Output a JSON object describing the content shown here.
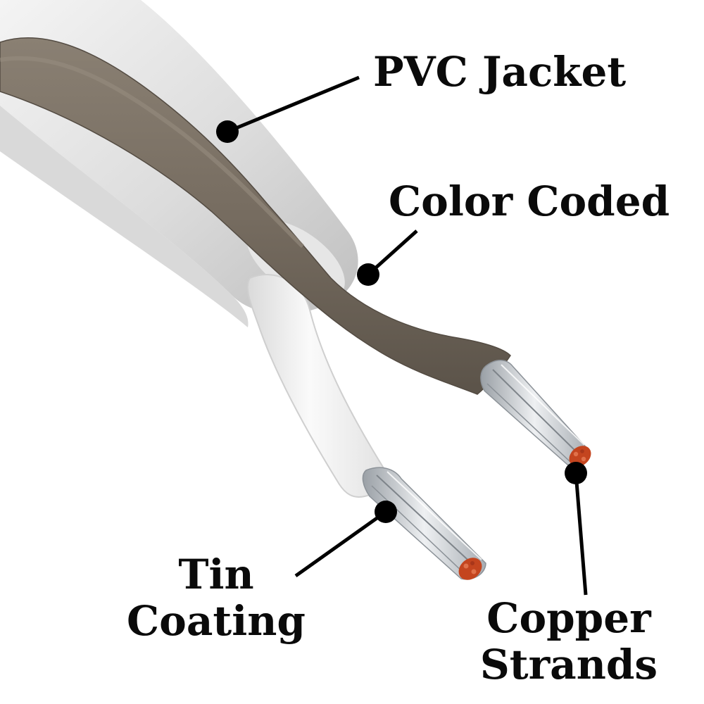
{
  "labels": {
    "pvc_jacket": "PVC Jacket",
    "color_coded": "Color Coded",
    "tin_coating_line1": "Tin",
    "tin_coating_line2": "Coating",
    "copper_strands_line1": "Copper",
    "copper_strands_line2": "Strands"
  },
  "colors": {
    "jacket_white": "#e6e6e6",
    "jacket_shadow": "#c4c4c4",
    "brown_insulation": "#7b7164",
    "brown_shadow": "#5f574d",
    "white_insulation": "#f0f0f0",
    "tin_strand": "#c9ced3",
    "copper_core": "#c4451f",
    "callout": "#000000"
  }
}
